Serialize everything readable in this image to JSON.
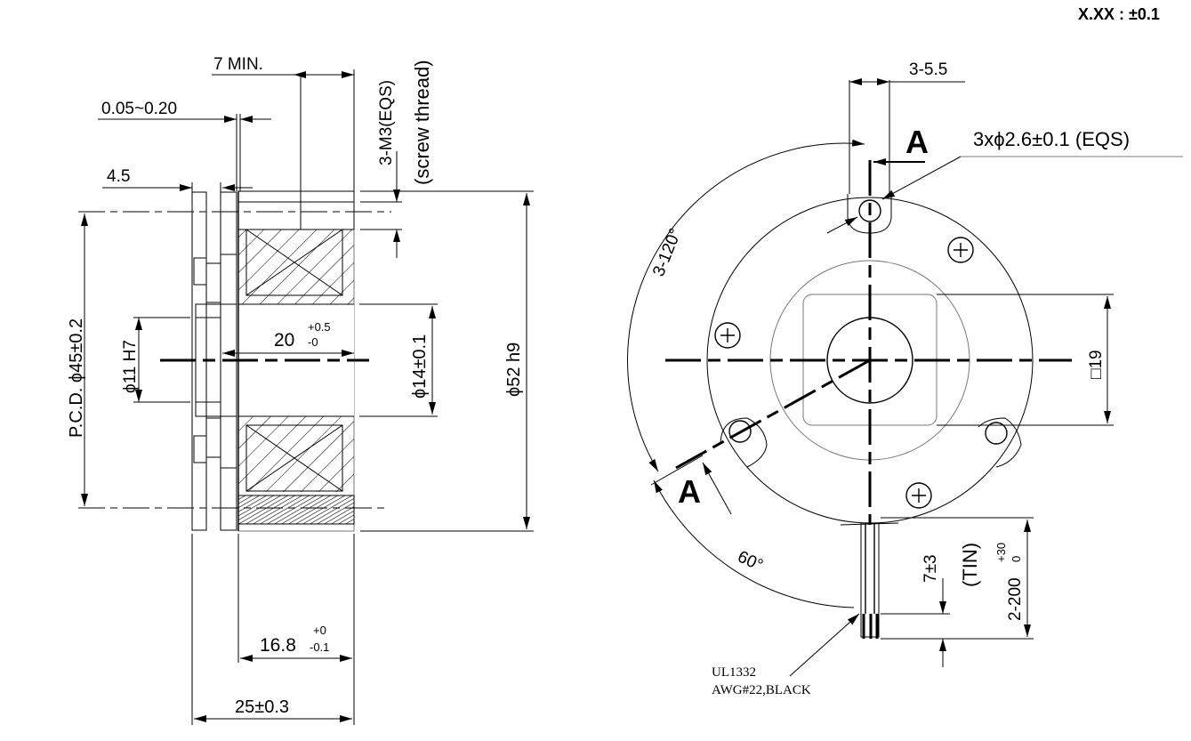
{
  "tolerance_note": "X.XX  : ±0.1",
  "side_view": {
    "gap": "0.05~0.20",
    "min_depth": "7 MIN.",
    "plate_thickness": "4.5",
    "thread": "3-M3(EQS)",
    "thread_note": "(screw thread)",
    "pcd": "P.C.D. ϕ45±0.2",
    "bore": "ϕ11 H7",
    "length": "20",
    "length_tol_upper": "+0.5",
    "length_tol_lower": "-0",
    "inner_dia": "ϕ14±0.1",
    "outer_dia": "ϕ52 h9",
    "body_length": "16.8",
    "body_tol_upper": "+0",
    "body_tol_lower": "-0.1",
    "overall_length": "25±0.3"
  },
  "front_view": {
    "slot_width": "3-5.5",
    "section_label": "A",
    "hole_spec": "3xϕ2.6±0.1 (EQS)",
    "angle_spacing": "3-120°",
    "angle": "60°",
    "square": "□19",
    "strip_length": "7±3",
    "strip_note": "(TIN)",
    "lead_length": "2-200",
    "lead_tol_upper": "+30",
    "lead_tol_lower": "0",
    "wire_type": "UL1332",
    "wire_spec": "AWG#22,BLACK"
  }
}
